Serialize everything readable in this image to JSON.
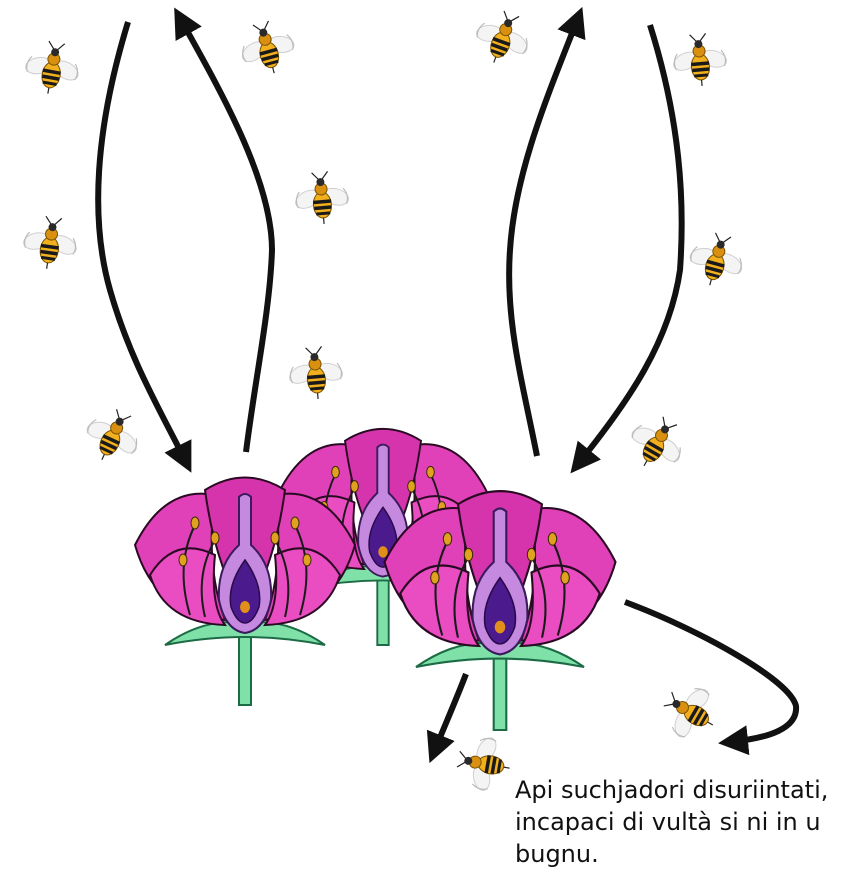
{
  "caption": {
    "lines": [
      "Api suchjadori disuriintati,",
      "incapaci di vultà si ni in u",
      "bugnu."
    ]
  },
  "colors": {
    "petal": "#e040b8",
    "petal_dark": "#b0208a",
    "pistil": "#c58ae0",
    "ovary": "#4b1a8c",
    "stem": "#7fe0a8",
    "bee_body": "#f2b01e",
    "bee_stripe": "#1a1a1a",
    "arrow": "#111111"
  },
  "icons": {
    "bee": "bee-icon",
    "flower": "flower-icon",
    "arrow": "arrow-icon"
  }
}
